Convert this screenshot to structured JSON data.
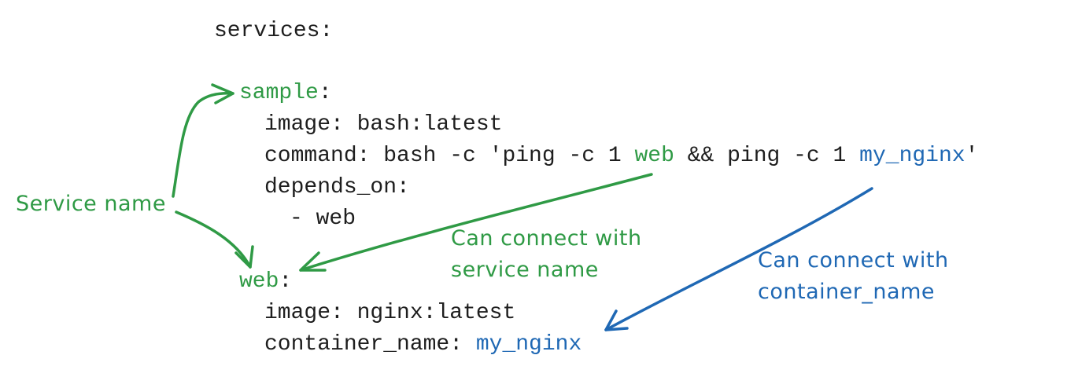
{
  "code": {
    "services": "services:",
    "sample_service": "sample",
    "colon": ":",
    "sample_image": "image: bash:latest",
    "sample_command_prefix": "command: bash -c 'ping -c 1 ",
    "sample_command_web": "web",
    "sample_command_mid": " && ping -c 1 ",
    "sample_command_nginx": "my_nginx",
    "sample_command_suffix": "'",
    "sample_depends_on": "depends_on:",
    "sample_depends_item": "- web",
    "web_service": "web",
    "web_image": "image: nginx:latest",
    "web_container_prefix": "container_name: ",
    "web_container_value": "my_nginx"
  },
  "annotations": {
    "service_name": "Service name",
    "connect_service_line1": "Can connect with",
    "connect_service_line2": "service name",
    "connect_container_line1": "Can connect with",
    "connect_container_line2": "container_name"
  },
  "colors": {
    "green": "#2f9a45",
    "blue": "#1f68b4",
    "text": "#1e1e1e"
  }
}
